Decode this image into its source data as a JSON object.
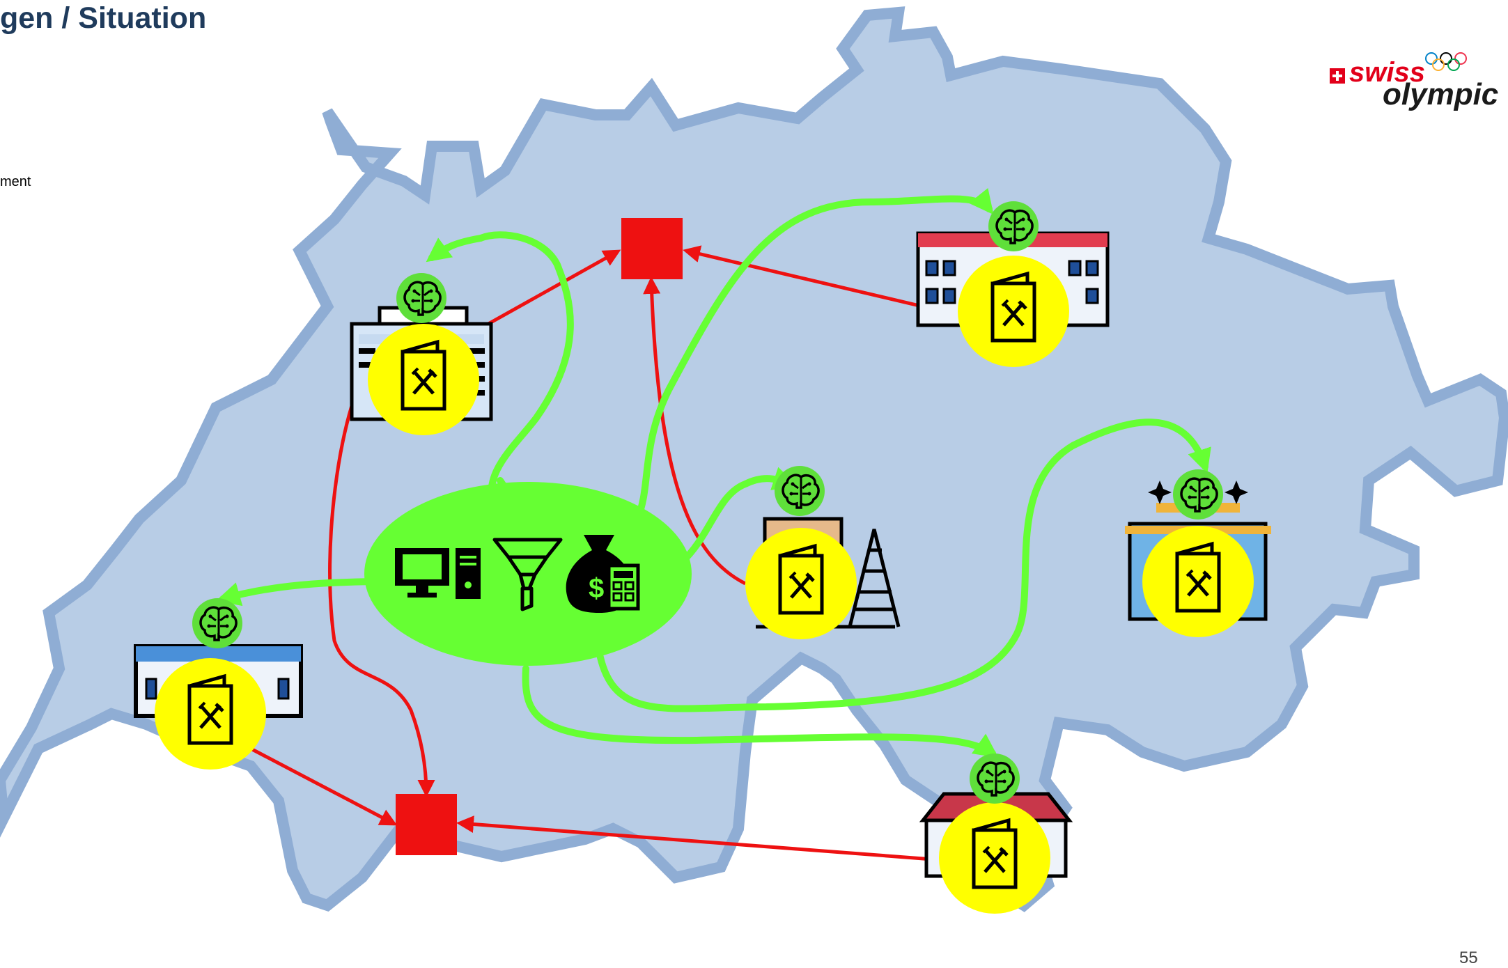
{
  "slide": {
    "title": "gen / Situation",
    "side_text": "ment",
    "page_number": "55"
  },
  "logo": {
    "swiss": "swiss",
    "olympic": "olympic"
  },
  "colors": {
    "map_fill": "#b8cde6",
    "map_border": "#8fadd4",
    "green": "#66ff33",
    "red": "#ee1111",
    "yellow": "#ffff00",
    "brain_green": "#5fdf3a"
  },
  "icons": {
    "hub": [
      "computer-icon",
      "funnel-icon",
      "money-bag-icon",
      "calculator-icon"
    ],
    "venue_badge": "menu-card-icon",
    "knowledge": "brain-icon",
    "collection_point": "red-square"
  }
}
